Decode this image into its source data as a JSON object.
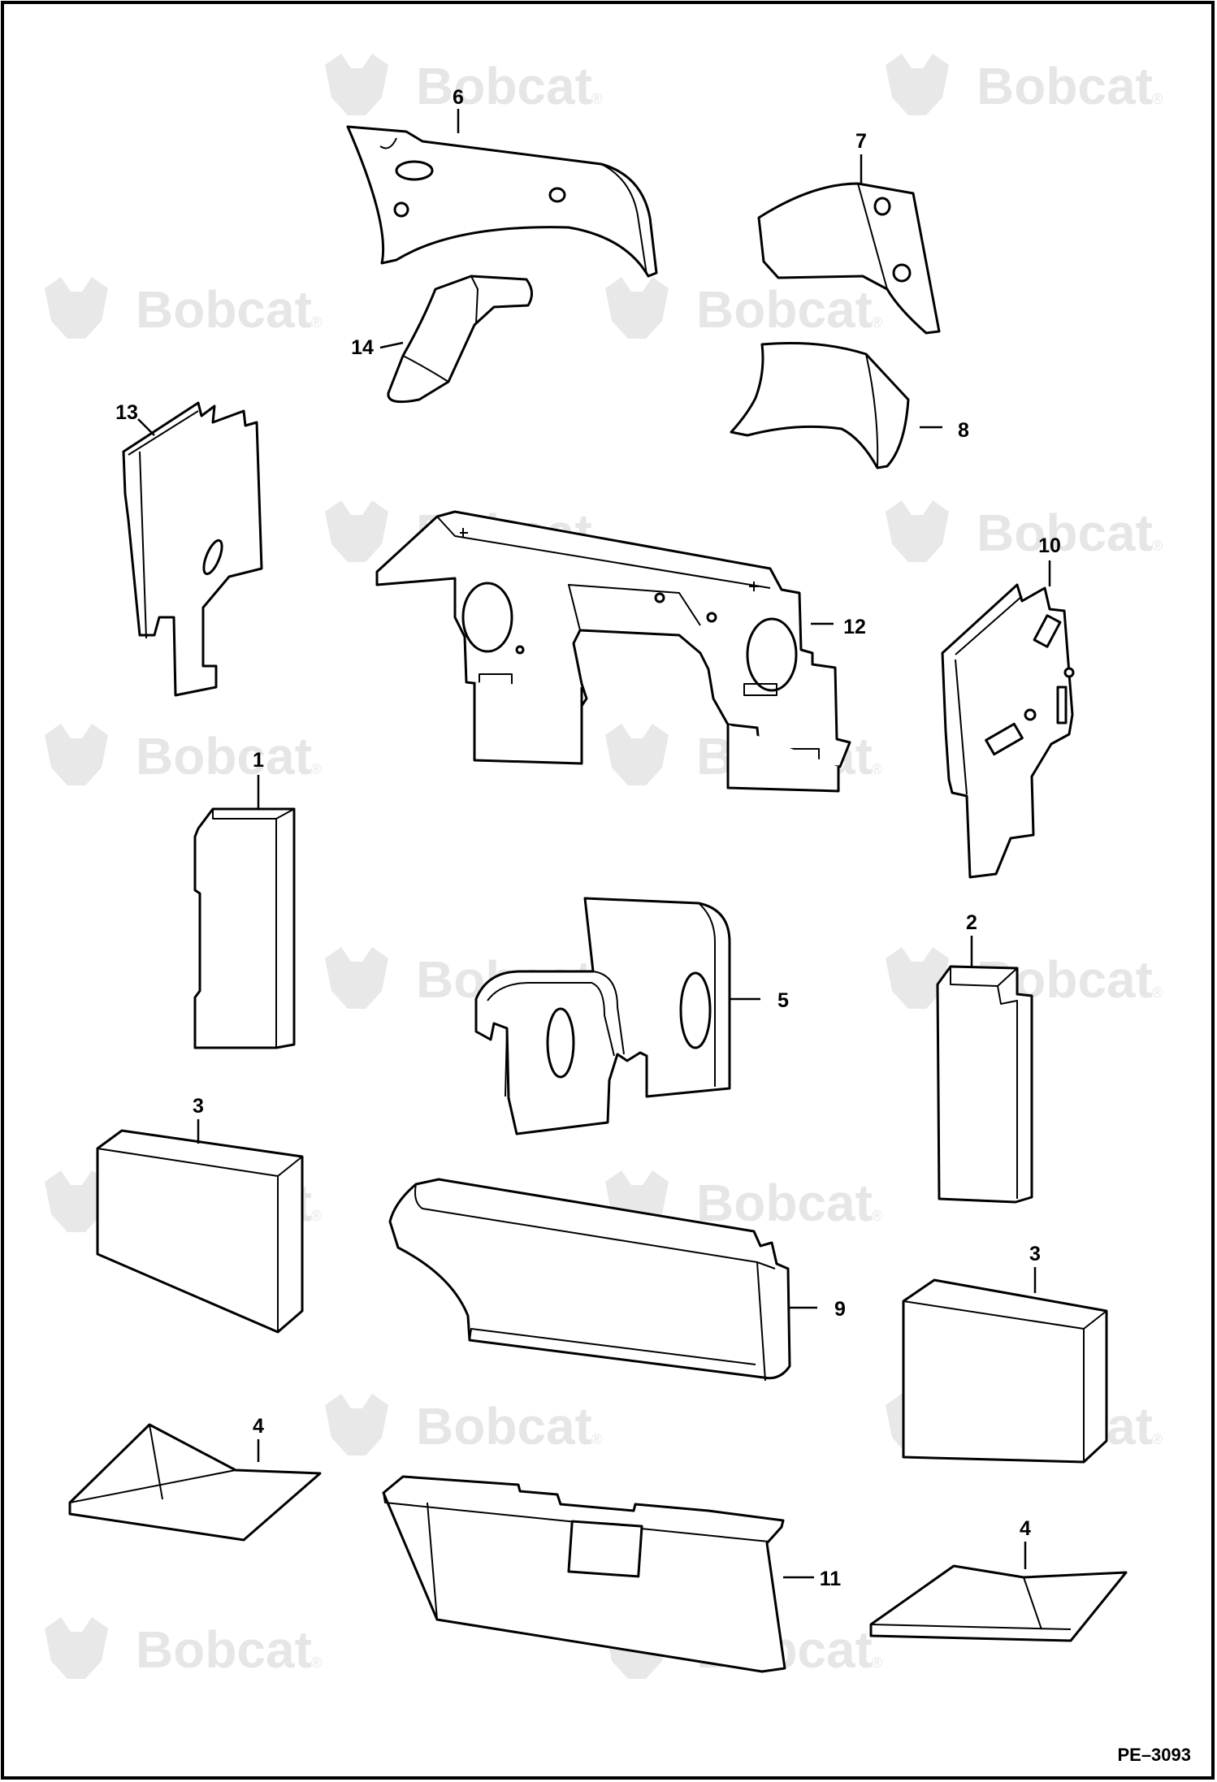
{
  "watermark": {
    "brand": "Bobcat",
    "registered_mark": "®"
  },
  "figure_id": "PE–3093",
  "callouts": [
    "1",
    "2",
    "3",
    "3",
    "4",
    "4",
    "5",
    "6",
    "7",
    "8",
    "9",
    "10",
    "11",
    "12",
    "13",
    "14"
  ]
}
